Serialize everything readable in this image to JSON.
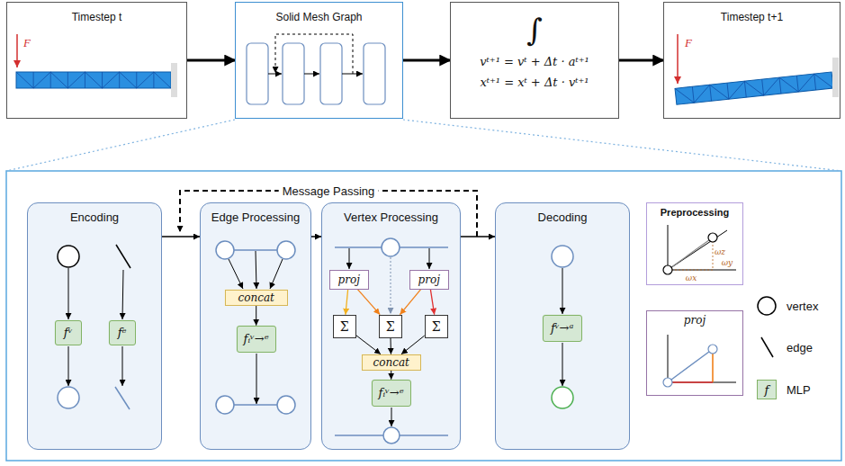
{
  "diagram": {
    "nodes": [
      {
        "text": [
          "Timestep t"
        ]
      },
      {
        "text": [
          "Solid Mesh Graph"
        ]
      },
      {
        "text": [
          "∫",
          "vᵗ⁺¹ = vᵗ + Δt · aᵗ⁺¹",
          "xᵗ⁺¹ = xᵗ + Δt · vᵗ⁺¹"
        ]
      },
      {
        "text": [
          "Timestep t+1"
        ]
      },
      {
        "text": [
          "Encoding"
        ]
      },
      {
        "text": [
          "fᵛ"
        ],
        "in": 4
      },
      {
        "text": [
          "fᵉ"
        ],
        "in": 4
      },
      {
        "text": [
          "Edge Processing"
        ]
      },
      {
        "text": [
          "concat"
        ],
        "in": 7
      },
      {
        "text": [
          "fᵢᵛ→ᵉ"
        ],
        "in": 7
      },
      {
        "text": [
          "Vertex Processing"
        ]
      },
      {
        "text": [
          "proj"
        ],
        "in": 10
      },
      {
        "text": [
          "proj"
        ],
        "in": 10
      },
      {
        "text": [
          "Σ"
        ],
        "in": 10
      },
      {
        "text": [
          "Σ"
        ],
        "in": 10
      },
      {
        "text": [
          "Σ"
        ],
        "in": 10
      },
      {
        "text": [
          "concat"
        ],
        "in": 10
      },
      {
        "text": [
          "fᵢᵛ→ᵉ"
        ],
        "in": 10
      },
      {
        "text": [
          "Decoding"
        ]
      },
      {
        "text": [
          "fᵛ→ᵃ"
        ],
        "in": 18
      },
      {
        "text": [
          "Preprocessing"
        ]
      },
      {
        "text": [
          "proj"
        ]
      }
    ],
    "edges": [
      {
        "from": 0,
        "to": 1,
        "arrow": "to"
      },
      {
        "from": 1,
        "to": 2,
        "arrow": "to"
      },
      {
        "from": 2,
        "to": 3,
        "arrow": "to"
      },
      {
        "from": 4,
        "to": 7,
        "arrow": "to"
      },
      {
        "from": 7,
        "to": 10,
        "arrow": "to"
      },
      {
        "from": 10,
        "to": 18,
        "arrow": "to"
      },
      {
        "from": 8,
        "to": 9,
        "arrow": "to"
      },
      {
        "from": 11,
        "to": 13,
        "arrow": "to"
      },
      {
        "from": 11,
        "to": 14,
        "arrow": "to"
      },
      {
        "from": 12,
        "to": 14,
        "arrow": "to"
      },
      {
        "from": 12,
        "to": 15,
        "arrow": "to"
      },
      {
        "from": 13,
        "to": 16,
        "arrow": "to"
      },
      {
        "from": 14,
        "to": 16,
        "arrow": "to"
      },
      {
        "from": 15,
        "to": 16,
        "arrow": "to"
      },
      {
        "from": 16,
        "to": 17,
        "arrow": "to"
      }
    ],
    "labels": [
      "F",
      "F",
      "Message Passing",
      "ωz",
      "ωy",
      "ωx",
      "f"
    ],
    "legend": [
      {
        "text": "vertex"
      },
      {
        "text": "edge"
      },
      {
        "text": "MLP",
        "color": "#d5e8d4"
      }
    ]
  }
}
